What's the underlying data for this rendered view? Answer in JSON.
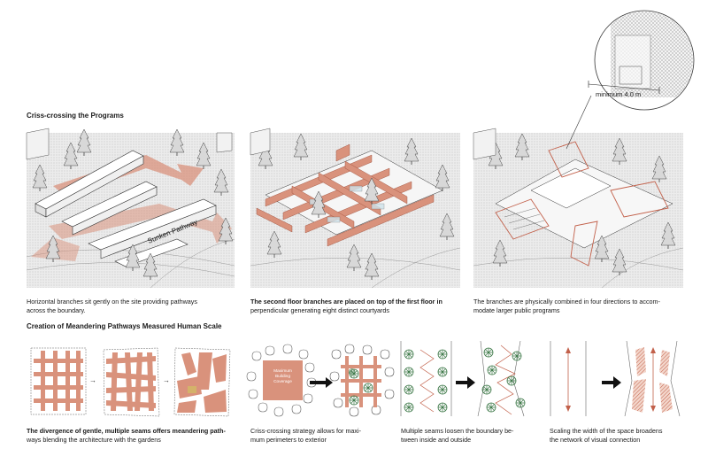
{
  "sections": {
    "criss_crossing": "Criss-crossing the Programs",
    "meandering": "Creation of Meandering Pathways Measured Human Scale"
  },
  "top_panels": {
    "p1": {
      "label": "Sunken Pathway",
      "caption_line1": "Horizontal branches sit gently on the site providing pathways",
      "caption_line2": "across the boundary."
    },
    "p2": {
      "caption_bold": "The second floor branches are placed on top of the first floor in",
      "caption_line2": "perpendicular generating eight distinct courtyards"
    },
    "p3": {
      "caption_line1": "The branches are physically combined in four directions to accom-",
      "caption_line2": "modate larger public programs"
    }
  },
  "detail": {
    "dimension": "minimum 4.0 m"
  },
  "bottom_diagrams": {
    "d1": {
      "caption_bold": "The divergence of gentle, multiple seams offers meandering path-",
      "caption_line2": "ways blending the architecture with the gardens"
    },
    "d2": {
      "box_label_1": "Maximum",
      "box_label_2": "Building",
      "box_label_3": "Coverage",
      "caption_line1": "Criss-crossing strategy allows for maxi-",
      "caption_line2": "mum perimeters to exterior"
    },
    "d3": {
      "caption_line1": "Multiple seams loosen the boundary be-",
      "caption_line2": "tween inside and outside"
    },
    "d4": {
      "caption_line1": "Scaling the width of the space broadens",
      "caption_line2": "the network of visual connection"
    }
  },
  "colors": {
    "accent": "#d9927c",
    "accent_dark": "#c2604a",
    "tree": "#3f7a4a",
    "ink": "#1a1a1a",
    "ground": "#e6e6e6"
  }
}
